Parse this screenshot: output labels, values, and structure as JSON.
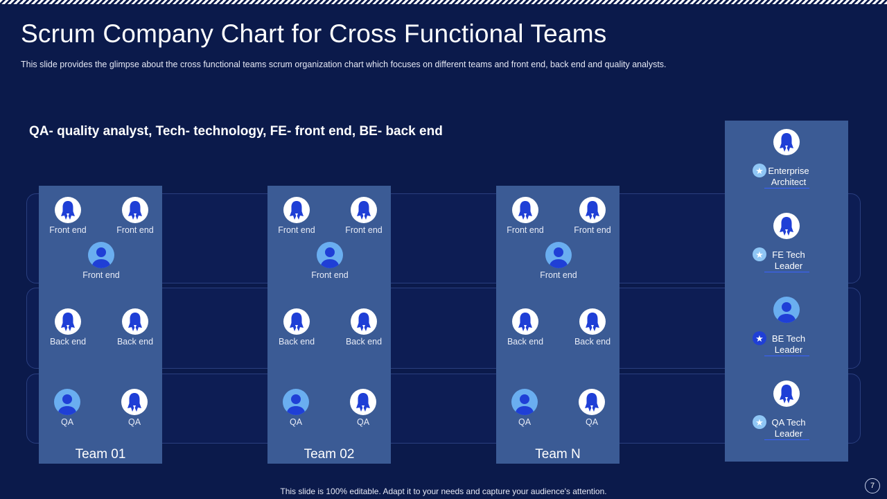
{
  "title": "Scrum Company Chart for Cross Functional Teams",
  "subtitle": "This slide provides  the glimpse about the cross functional  teams scrum organization  chart which focuses on different  teams and front end, back end and quality analysts.",
  "legend": "QA- quality analyst, Tech- technology, FE- front end, BE- back end",
  "teams": [
    {
      "label": "Team 01"
    },
    {
      "label": "Team 02"
    },
    {
      "label": "Team N"
    }
  ],
  "member_labels": {
    "front_end": "Front end",
    "back_end": "Back end",
    "qa": "QA"
  },
  "leaders": [
    {
      "label": "Enterprise Architect",
      "avatar": "female",
      "badge": "light"
    },
    {
      "label": "FE Tech Leader",
      "avatar": "female",
      "badge": "light"
    },
    {
      "label": "BE Tech Leader",
      "avatar": "male",
      "badge": "dark"
    },
    {
      "label": "QA Tech Leader",
      "avatar": "female",
      "badge": "light"
    }
  ],
  "footer": "This slide is 100% editable. Adapt it to your needs and capture your audience's attention.",
  "page_number": "7",
  "colors": {
    "background": "#0b1a4b",
    "column": "#3b5b95",
    "avatar_icon": "#1f3fd6"
  }
}
